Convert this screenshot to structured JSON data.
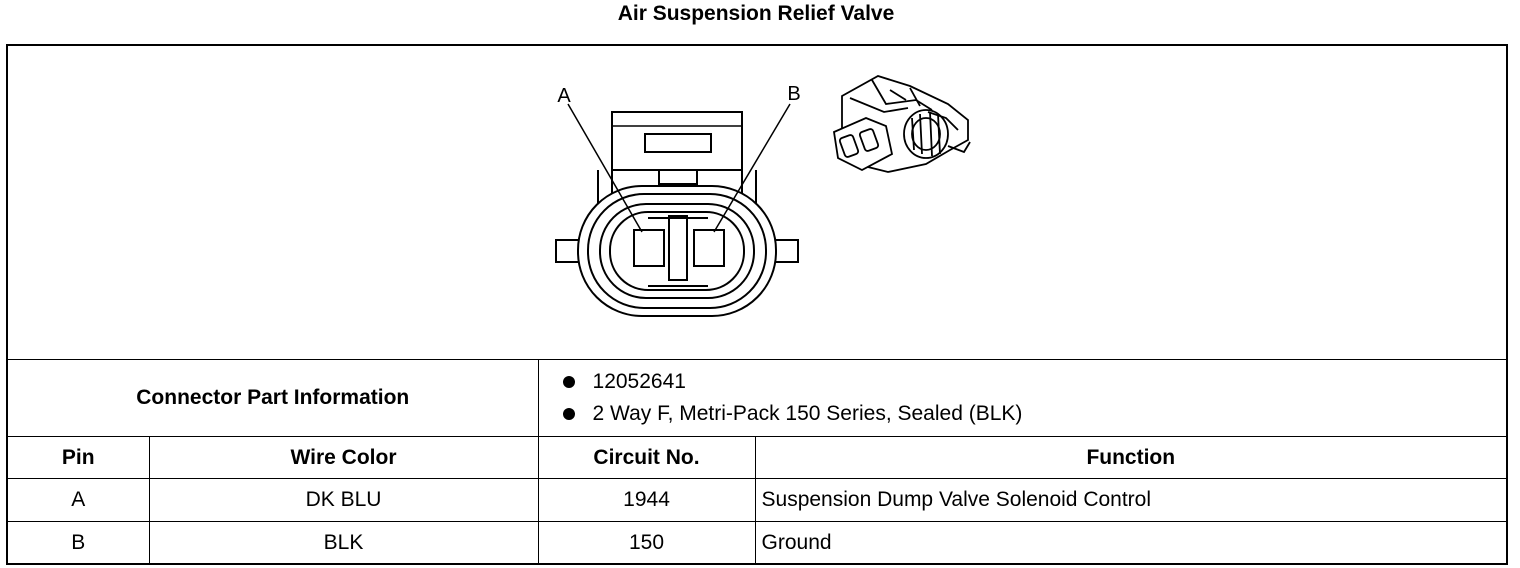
{
  "title": "Air Suspension Relief Valve",
  "diagram": {
    "pin_labels": [
      "A",
      "B"
    ]
  },
  "connector_info": {
    "label": "Connector Part Information",
    "items": [
      "12052641",
      "2 Way F, Metri-Pack 150 Series, Sealed (BLK)"
    ]
  },
  "table": {
    "headers": [
      "Pin",
      "Wire Color",
      "Circuit No.",
      "Function"
    ],
    "rows": [
      {
        "pin": "A",
        "wire_color": "DK BLU",
        "circuit": "1944",
        "function": "Suspension Dump Valve Solenoid Control"
      },
      {
        "pin": "B",
        "wire_color": "BLK",
        "circuit": "150",
        "function": "Ground"
      }
    ]
  }
}
